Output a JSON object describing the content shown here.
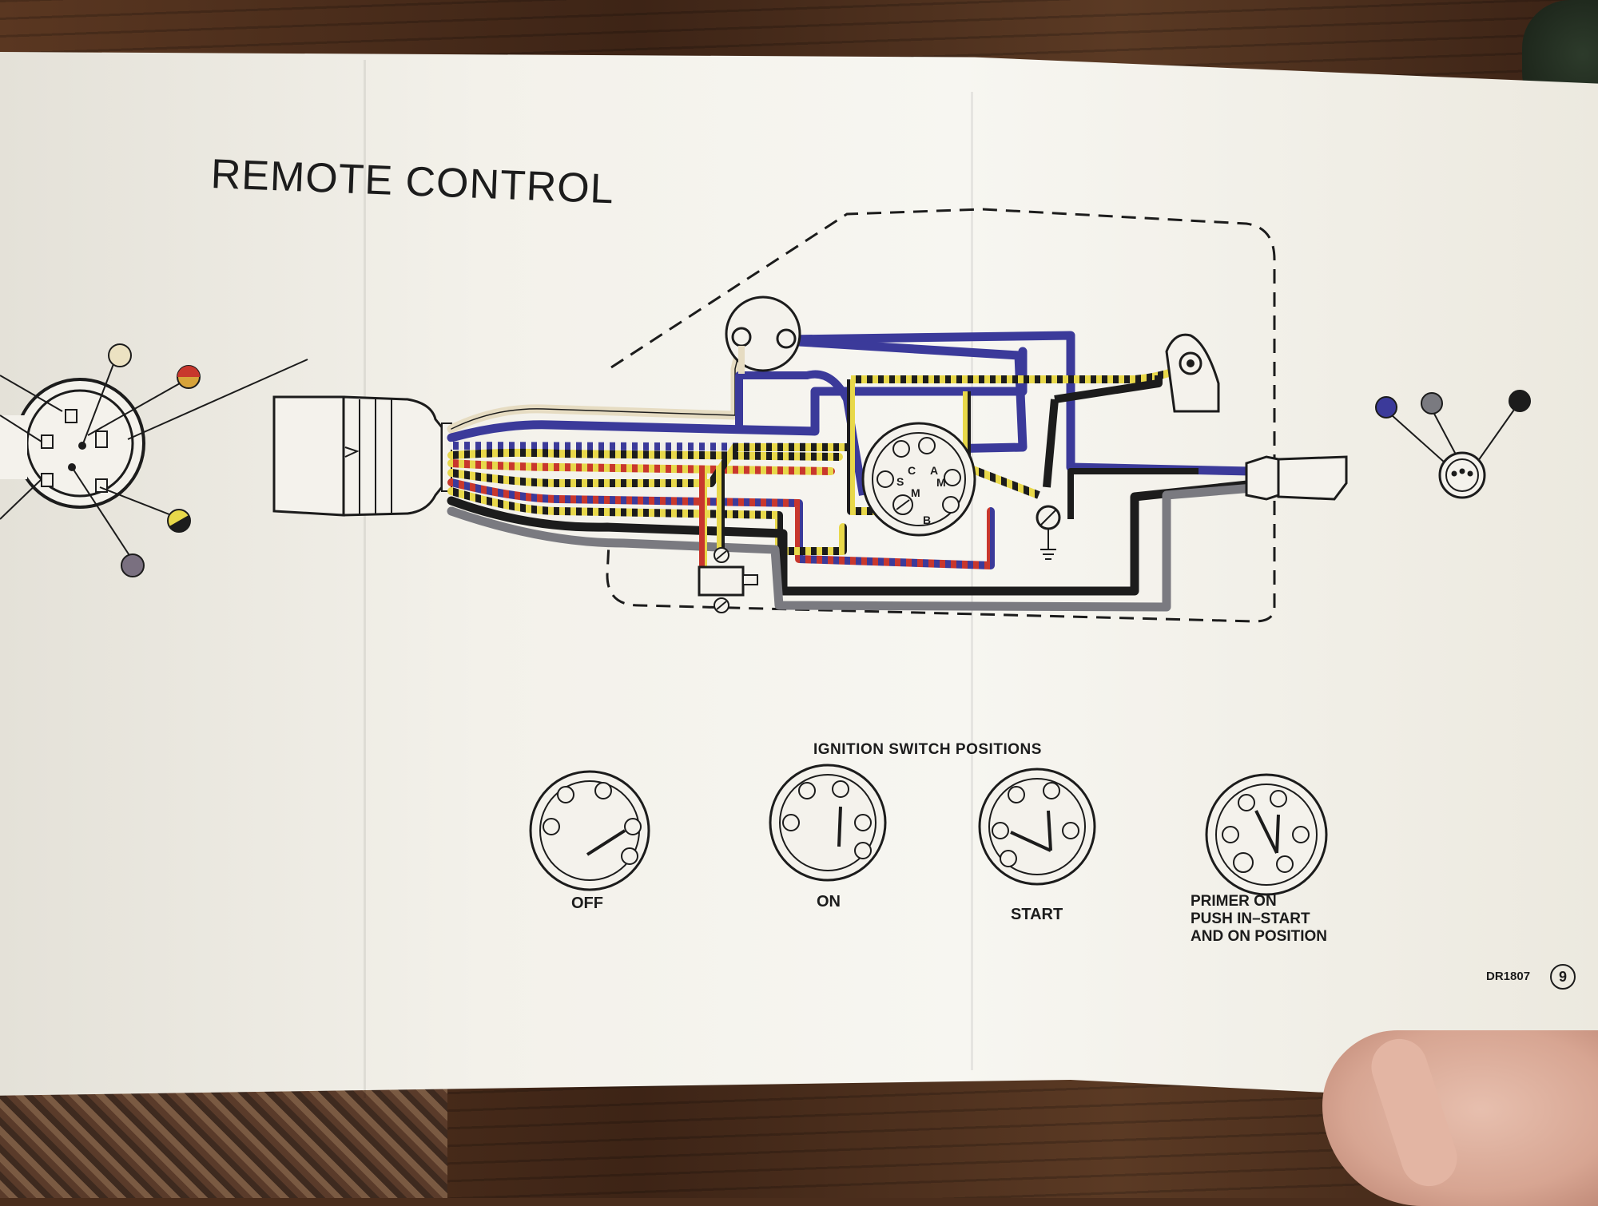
{
  "title": "REMOTE CONTROL",
  "switch": {
    "terminals": [
      "C",
      "A",
      "S",
      "M",
      "M",
      "B"
    ]
  },
  "ignition_positions": {
    "heading": "IGNITION SWITCH POSITIONS",
    "positions": [
      {
        "label": "OFF"
      },
      {
        "label": "ON"
      },
      {
        "label": "START"
      },
      {
        "label_lines": [
          "PRIMER ON",
          "PUSH IN–START",
          "AND ON POSITION"
        ]
      }
    ]
  },
  "footer": {
    "doc_number": "DR1807",
    "page_number": "9"
  },
  "colors": {
    "paper": "#f4f2ec",
    "wire_blue": "#3b3a9a",
    "wire_black": "#1c1c1c",
    "wire_gray": "#7a7a80",
    "wire_yellow": "#e8d84a",
    "wire_red": "#c8372d",
    "wire_tan": "#e6dcc2",
    "table_wood": "#4a2d1c"
  }
}
